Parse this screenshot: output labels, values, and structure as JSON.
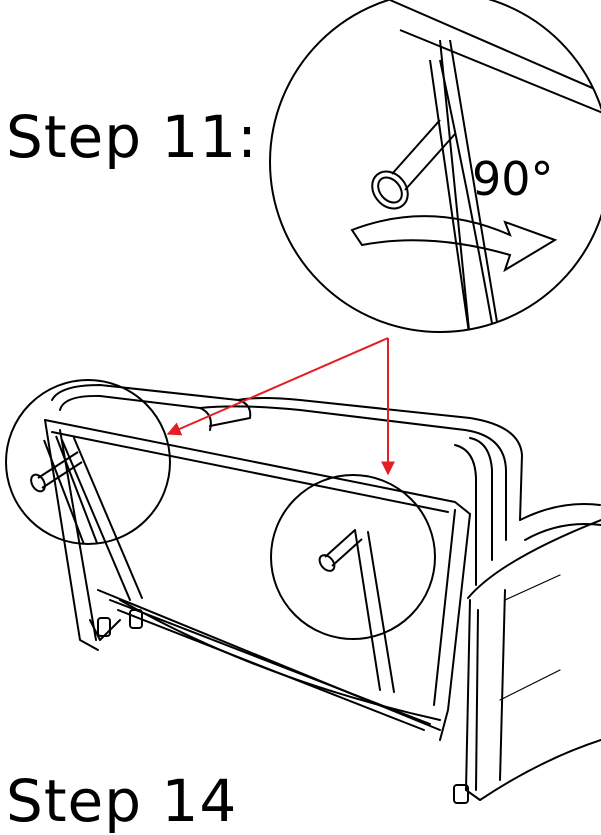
{
  "diagram": {
    "step_title": "Step 11:",
    "next_step_title": "Step 14",
    "rotation_label": "90°",
    "colors": {
      "line": "#000000",
      "pointer": "#e31e24",
      "background": "#ffffff"
    }
  }
}
